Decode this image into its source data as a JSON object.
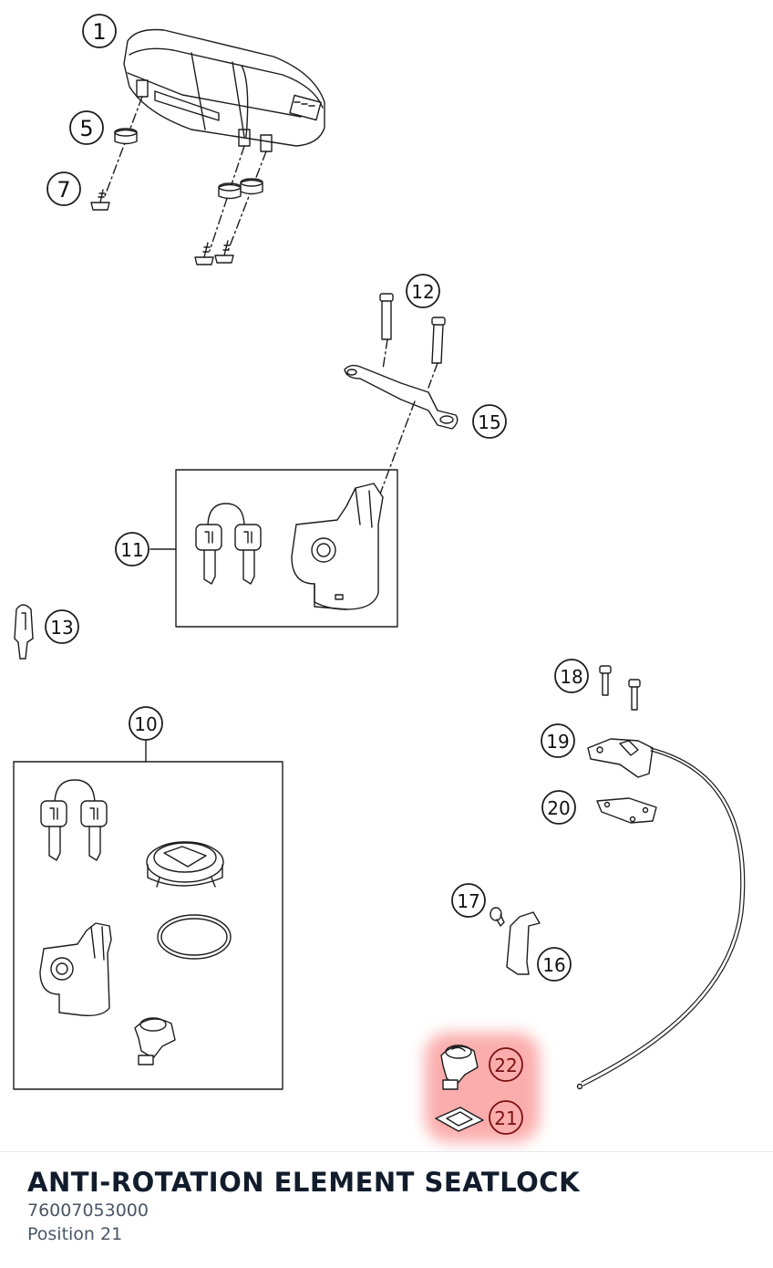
{
  "callouts": {
    "c1": "1",
    "c5": "5",
    "c7": "7",
    "c12": "12",
    "c15": "15",
    "c11": "11",
    "c13": "13",
    "c10": "10",
    "c18": "18",
    "c19": "19",
    "c20": "20",
    "c17": "17",
    "c16": "16",
    "c22": "22",
    "c21": "21"
  },
  "highlight": {
    "color": "#f86a6a",
    "selected": "21"
  },
  "footer": {
    "title": "ANTI-ROTATION ELEMENT SEATLOCK",
    "part_number": "76007053000",
    "position": "Position 21"
  }
}
